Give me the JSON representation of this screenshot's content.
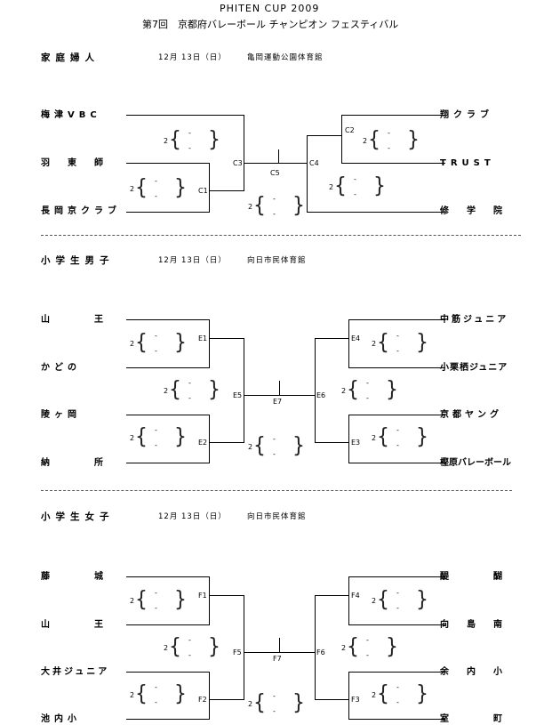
{
  "header": {
    "line1": "PHITEN CUP 2009",
    "line2": "第7回　京都府バレーボール チャンピオン フェスティバル"
  },
  "sections": [
    {
      "title": "家庭婦人",
      "date": "12月 13日（日）",
      "venue": "亀岡運動公園体育館",
      "left_teams": [
        "梅津VBC",
        "羽　東　師",
        "長岡京クラブ"
      ],
      "right_teams": [
        "翔クラブ",
        "TRUST",
        "修　学　院"
      ],
      "labels": [
        "C1",
        "C2",
        "C3",
        "C4",
        "C5"
      ],
      "score_prefix": "2",
      "score_top": "-",
      "score_bottom": "-"
    },
    {
      "title": "小学生男子",
      "date": "12月 13日（日）",
      "venue": "向日市民体育館",
      "left_teams": [
        "山　　　王",
        "かどの",
        "陵ヶ岡",
        "納　　　所"
      ],
      "right_teams": [
        "中筋ジュニア",
        "小栗栖ジュニア",
        "京都ヤング",
        "樫原バレーボール"
      ],
      "labels": [
        "E1",
        "E2",
        "E3",
        "E4",
        "E5",
        "E6",
        "E7"
      ],
      "score_prefix": "2",
      "score_top": "-",
      "score_bottom": "-"
    },
    {
      "title": "小学生女子",
      "date": "12月 13日（日）",
      "venue": "向日市民体育館",
      "left_teams": [
        "藤　　　城",
        "山　　　王",
        "大井ジュニア",
        "池内小"
      ],
      "right_teams": [
        "醍　　　醐",
        "向島南",
        "余内小",
        "室　　　町"
      ],
      "labels": [
        "F1",
        "F2",
        "F3",
        "F4",
        "F5",
        "F6",
        "F7"
      ],
      "score_prefix": "2",
      "score_top": "-",
      "score_bottom": "-"
    }
  ]
}
